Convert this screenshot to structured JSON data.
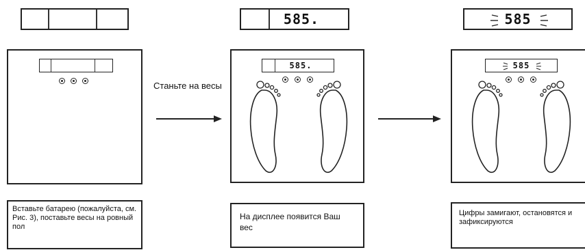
{
  "panels": [
    {
      "display": "",
      "caption": "Вставьте батарею (пожалуйста, см. Рис. 3), поставьте весы на ровный пол"
    },
    {
      "display": "585.",
      "caption": "На дисплее появится Ваш вес"
    },
    {
      "display": "585",
      "caption": "Цифры замигают, остановятся и зафиксируются"
    }
  ],
  "arrow_label": "Станьте на весы",
  "colors": {
    "line": "#222222",
    "background": "#ffffff"
  }
}
